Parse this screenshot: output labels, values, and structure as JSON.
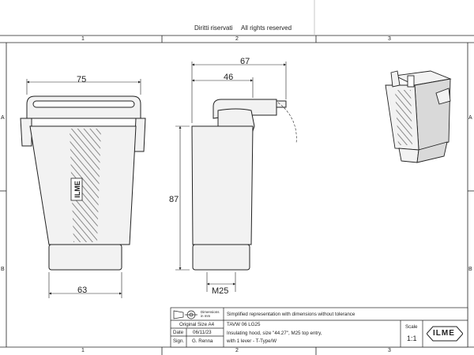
{
  "header": {
    "rights_it": "Diritti riservati",
    "rights_en": "All rights reserved"
  },
  "frame": {
    "columns": [
      "1",
      "2",
      "3"
    ],
    "rows": [
      "A",
      "B"
    ]
  },
  "front_view": {
    "top_width": "75",
    "bottom_width": "63"
  },
  "side_view": {
    "overall_width": "67",
    "body_width": "46",
    "height": "87",
    "thread": "M25"
  },
  "title_block": {
    "projection_label": "Dimensions in mm",
    "note": "Simplified representation with dimensions without tolerance",
    "original_size": "Original Size A4",
    "date_label": "Date",
    "date_value": "06/11/23",
    "sign_label": "Sign.",
    "sign_value": "G. Renna",
    "code": "TAVW 06 LG25",
    "description_1": "Insulating hood, size \"44.27\", M25 top entry,",
    "description_2": "with 1 lever - T-Type/W",
    "scale_label": "Scale",
    "scale_value": "1:1",
    "logo": "ILME"
  },
  "colors": {
    "line": "#222222",
    "fill_body": "#f2f2f2",
    "fill_shadow": "#d9d9d9"
  }
}
